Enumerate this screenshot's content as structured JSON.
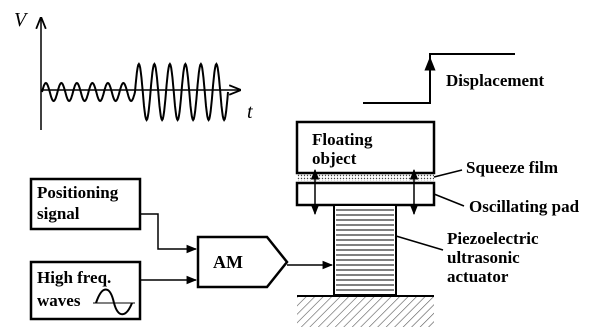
{
  "waveform": {
    "y_axis_label": "V",
    "x_axis_label": "t",
    "low_amplitude_cycles": 6,
    "high_amplitude_cycles": 6
  },
  "labels": {
    "displacement": "Displacement",
    "floating_object_line1": "Floating",
    "floating_object_line2": "object",
    "squeeze_film": "Squeeze film",
    "oscillating_pad": "Oscillating pad",
    "actuator_line1": "Piezoelectric",
    "actuator_line2": "ultrasonic",
    "actuator_line3": "actuator",
    "positioning_line1": "Positioning",
    "positioning_line2": "signal",
    "highfreq_line1": "High freq.",
    "highfreq_line2": "waves",
    "am": "AM"
  },
  "colors": {
    "ink": "#000000",
    "background": "#ffffff"
  }
}
